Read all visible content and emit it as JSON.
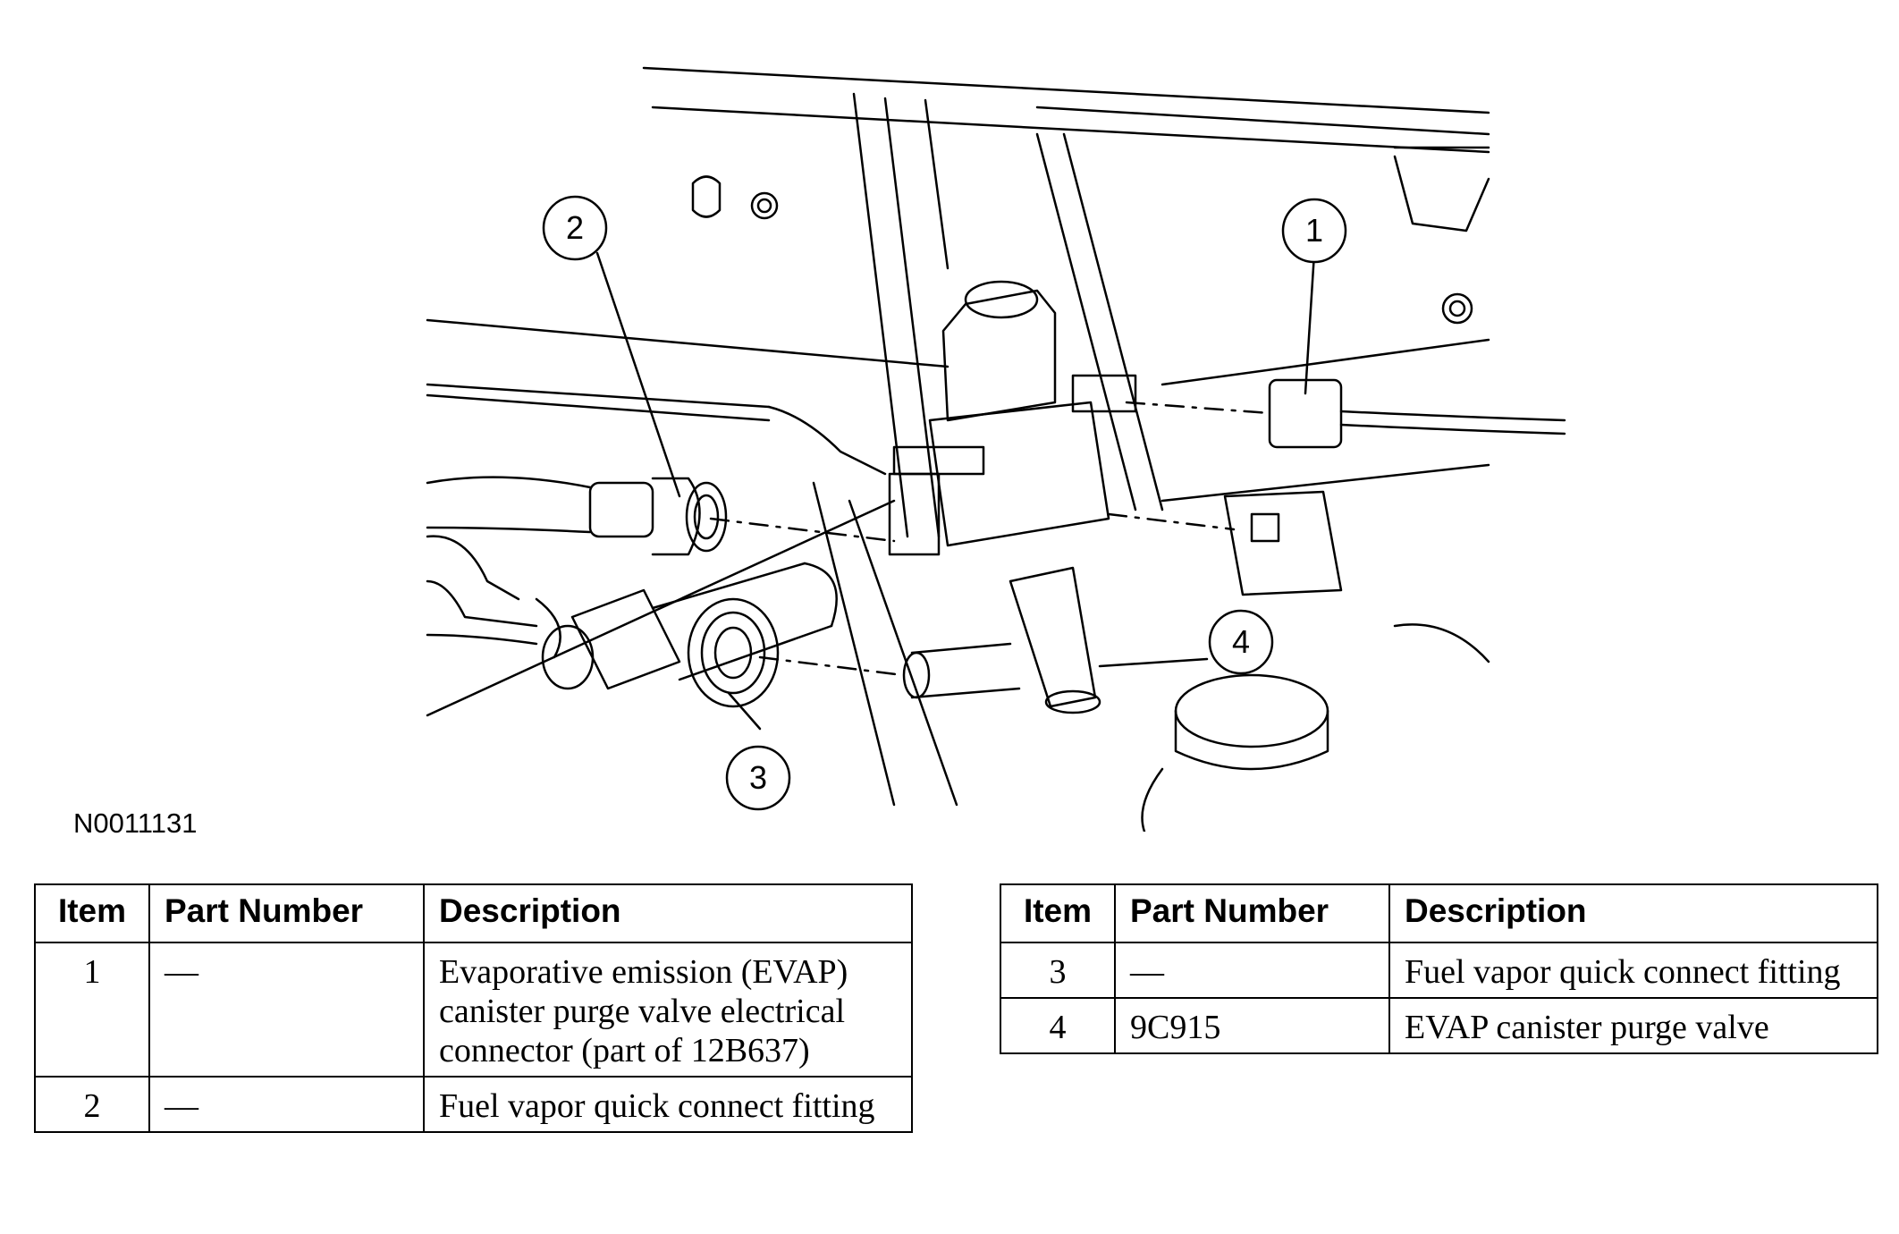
{
  "figure_id": "N0011131",
  "callouts": [
    "1",
    "2",
    "3",
    "4"
  ],
  "columns": {
    "item": "Item",
    "part_number": "Part Number",
    "description": "Description"
  },
  "tables": {
    "left": [
      {
        "item": "1",
        "part_number": "—",
        "description": "Evaporative emission (EVAP) canister purge valve electrical connector (part of 12B637)"
      },
      {
        "item": "2",
        "part_number": "—",
        "description": "Fuel vapor quick connect fitting"
      }
    ],
    "right": [
      {
        "item": "3",
        "part_number": "—",
        "description": "Fuel vapor quick connect fitting"
      },
      {
        "item": "4",
        "part_number": "9C915",
        "description": "EVAP canister purge valve"
      }
    ]
  }
}
